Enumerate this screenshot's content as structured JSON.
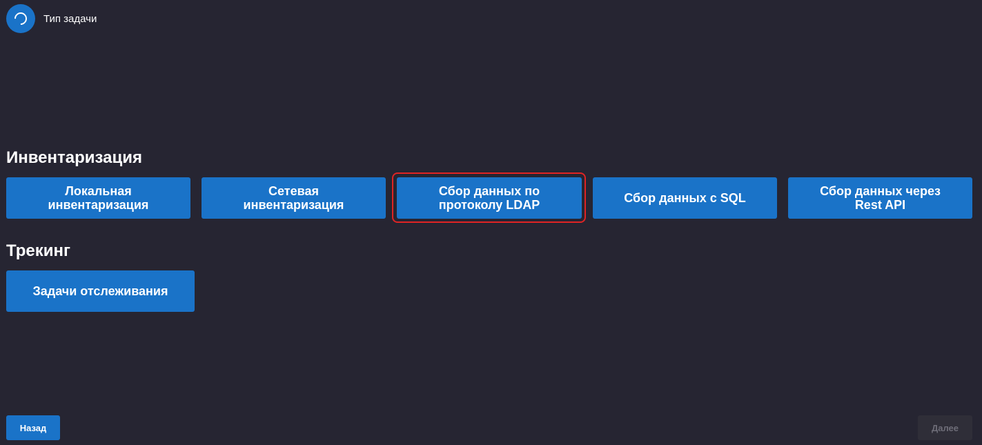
{
  "header": {
    "title": "Тип задачи",
    "icon": "spinner-icon"
  },
  "sections": {
    "inventory": {
      "title": "Инвентаризация",
      "buttons": [
        {
          "line1": "Локальная",
          "line2": "инвентаризация"
        },
        {
          "line1": "Сетевая",
          "line2": "инвентаризация"
        },
        {
          "line1": "Сбор данных по",
          "line2": "протоколу LDAP",
          "selected": true
        },
        {
          "line1": "Сбор данных с SQL",
          "line2": ""
        },
        {
          "line1": "Сбор данных через",
          "line2": "Rest API"
        }
      ]
    },
    "tracking": {
      "title": "Трекинг",
      "buttons": [
        {
          "line1": "Задачи отслеживания",
          "line2": ""
        }
      ]
    }
  },
  "footer": {
    "back_label": "Назад",
    "next_label": "Далее",
    "next_disabled": true
  },
  "colors": {
    "background": "#262532",
    "primary": "#1a73c8",
    "selected_outline": "#e02424",
    "disabled": "#2f2e38"
  }
}
